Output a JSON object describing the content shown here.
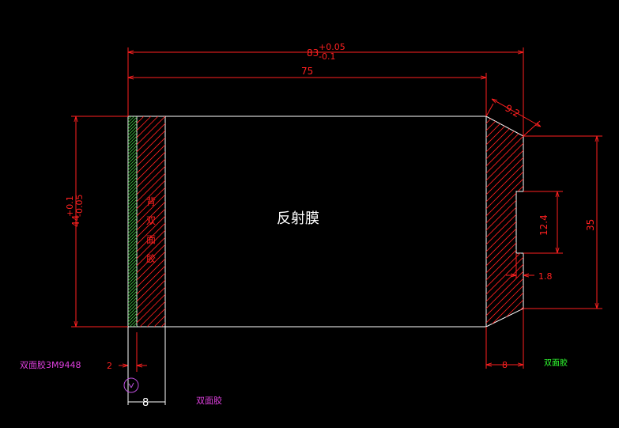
{
  "drawing": {
    "overall_length": {
      "nominal": "83",
      "upper_tol": "+0.05",
      "lower_tol": "-0.1"
    },
    "body_length": "75",
    "chamfer": "9.2",
    "height": {
      "nominal": "44",
      "upper_tol": "+0.1",
      "lower_tol": "-0.05"
    },
    "tab_width": "35",
    "notch_height": "12.4",
    "notch_depth": "1.8",
    "right_strip_width": "8",
    "left_strip_width": "8",
    "left_edge_width": "2",
    "center_label": "反射膜",
    "back_tape_label": [
      "背",
      "双",
      "面",
      "胶"
    ],
    "note_tape_3m": "双面胶3M9448",
    "note_bottom_tape": "双面胶",
    "note_right_tape": "双面胶"
  },
  "colors": {
    "background": "#000000",
    "outline": "#ffffff",
    "dimension": "#ff2020",
    "green_strip": "#40c040",
    "magenta_note": "#e040e0",
    "green_note": "#30ff30"
  }
}
